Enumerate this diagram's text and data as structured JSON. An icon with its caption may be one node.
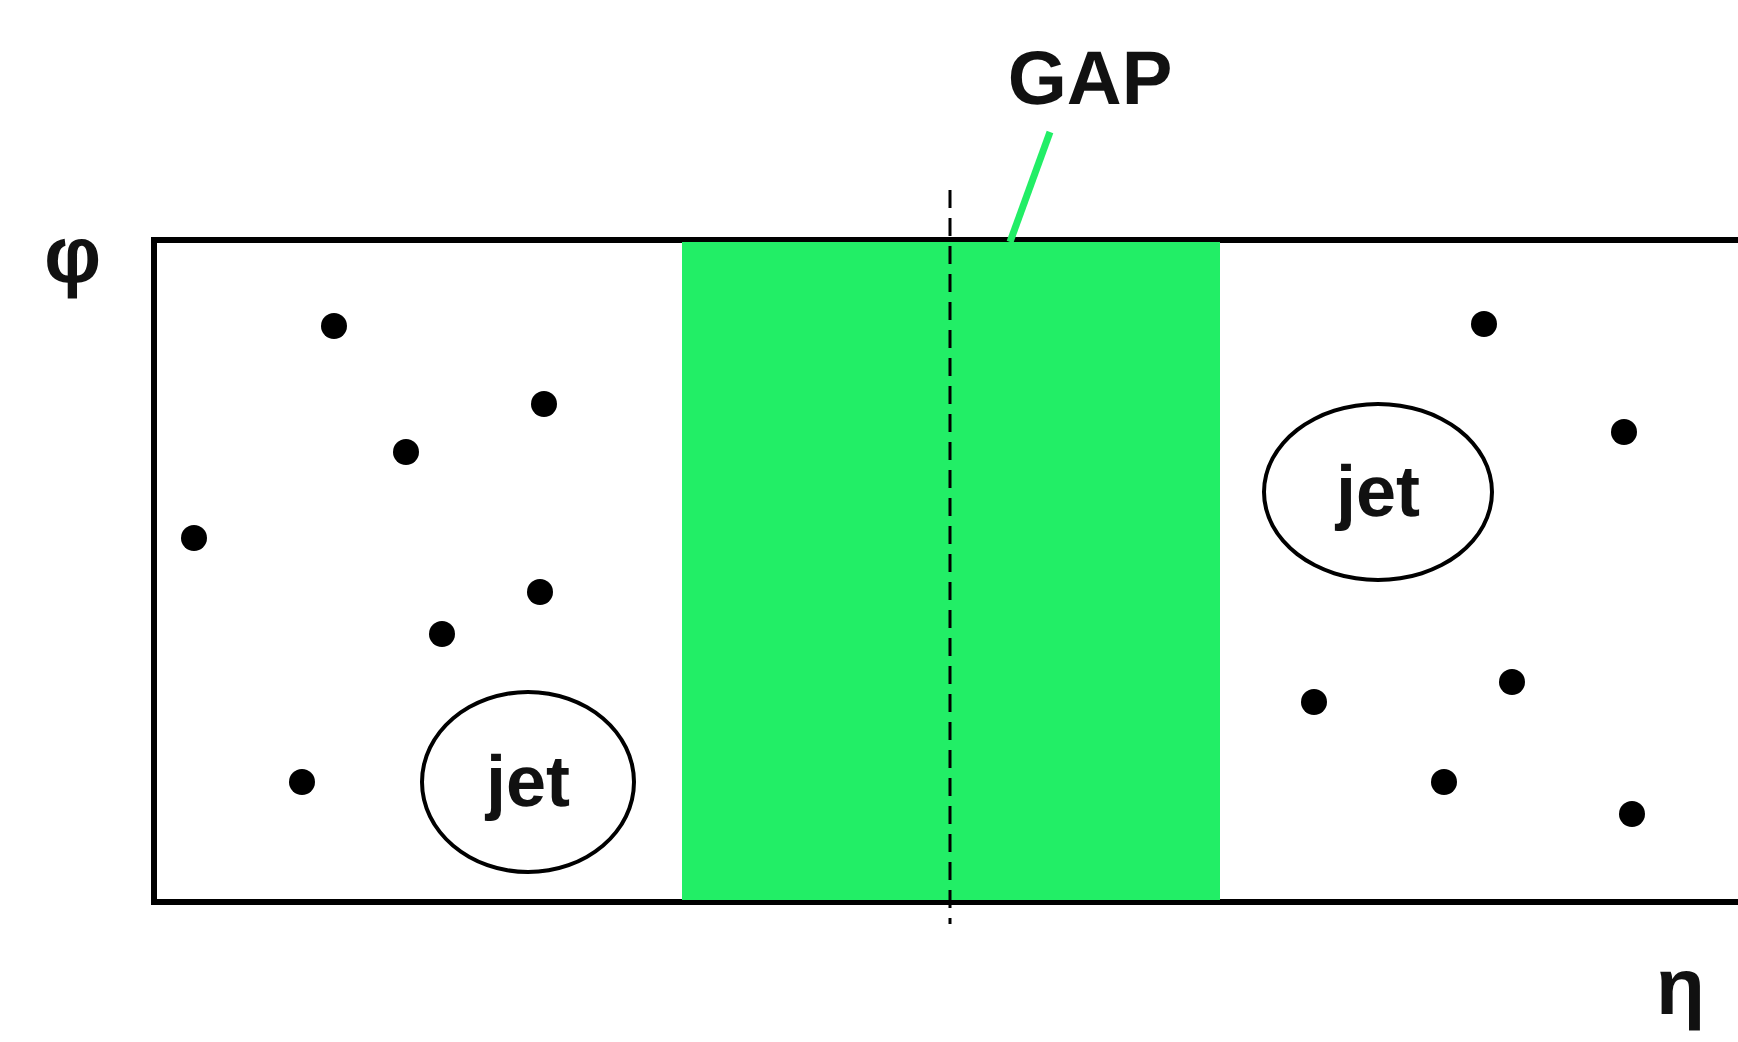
{
  "diagram": {
    "nodes": [
      {
        "text": [
          "GAP"
        ]
      },
      {
        "text": [],
        "shape": "bar"
      },
      {
        "text": [
          "jet"
        ]
      },
      {
        "text": [
          "jet"
        ]
      }
    ],
    "edges": [
      {
        "from": 0,
        "to": 1,
        "arrow": "none",
        "color": "#22ee66"
      }
    ],
    "labels": [
      "φ",
      "η"
    ]
  }
}
